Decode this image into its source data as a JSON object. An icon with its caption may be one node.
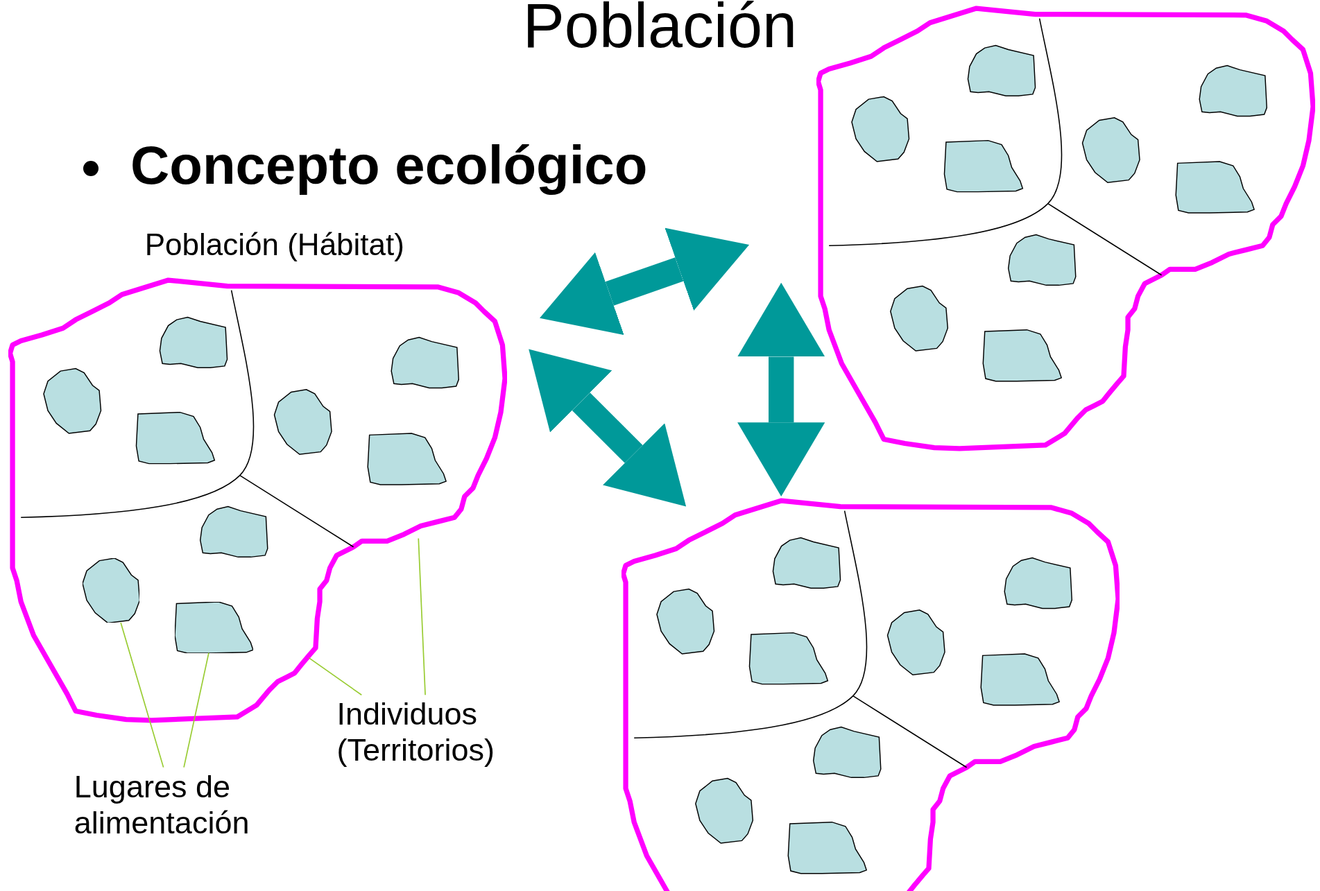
{
  "diagram": {
    "title": "Población",
    "nodes": [
      {
        "text": [
          "Población (Hábitat)"
        ]
      },
      {
        "text": [],
        "shape": "cloud"
      },
      {
        "text": [],
        "shape": "cloud"
      },
      {
        "text": [],
        "shape": "circle",
        "in": 0
      },
      {
        "text": [],
        "shape": "box",
        "in": 0
      },
      {
        "text": [
          "Lugares de alimentación"
        ]
      },
      {
        "text": [
          "Individuos (Territorios)"
        ]
      }
    ],
    "edges": [
      {
        "from": 0,
        "to": 1,
        "arrow": "both",
        "style": "thick",
        "color": "#009999"
      },
      {
        "from": 0,
        "to": 2,
        "arrow": "both",
        "style": "thick",
        "color": "#009999"
      },
      {
        "from": 1,
        "to": 2,
        "arrow": "both",
        "style": "thick",
        "color": "#009999"
      },
      {
        "from": 5,
        "to": 3,
        "arrow": "none",
        "color": "#99cc33"
      },
      {
        "from": 5,
        "to": 4,
        "arrow": "none",
        "color": "#99cc33"
      },
      {
        "from": 6,
        "to": 0,
        "arrow": "none",
        "color": "#99cc33"
      },
      {
        "from": 6,
        "to": 0,
        "arrow": "none",
        "color": "#99cc33"
      }
    ],
    "labels": [
      "Concepto ecológico"
    ]
  }
}
